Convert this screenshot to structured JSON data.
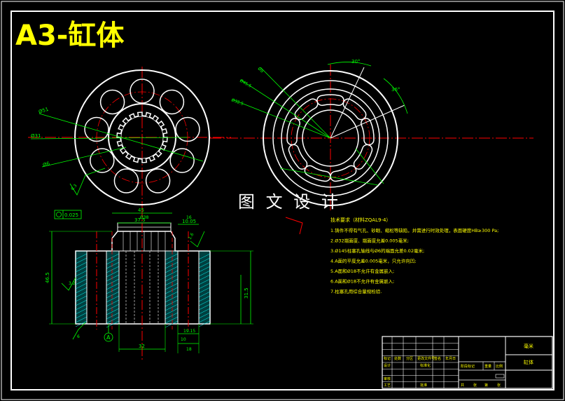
{
  "title": "A3-缸体",
  "watermark": "图 文 设 计",
  "colors": {
    "background": "#000000",
    "frame": "#ffffff",
    "title": "#ffff00",
    "centerline": "#ff0000",
    "dimension": "#00ff00",
    "notes": "#ffff00",
    "hatch": "#00ffff"
  },
  "left_view": {
    "dim_outer": "Ø51",
    "dim_pitch": "Ø31",
    "dim_bore": "Ø6",
    "roughness": "6.3"
  },
  "right_view": {
    "dim_a": "Ø8",
    "dim_b": "Ø45.5",
    "dim_c": "Ø32.5",
    "angle_a": "30°",
    "angle_b": "36°"
  },
  "section": {
    "flatness": "0.025",
    "dim_top_total": "45",
    "dim_top_inner": "37.5",
    "dim_top_small": "Ø38",
    "dim_right_top": "10.05",
    "dim_right_top2": "16",
    "dim_height": "46.5",
    "dim_inner_height": "31.5",
    "dim_bottom": "32",
    "dim_bottom_r1": "19.15",
    "dim_bottom_r2": "10",
    "dim_bottom_r3": "18",
    "roughness_left": "3.2",
    "roughness_bottom": "6",
    "datum": "A",
    "dim_r_small": "1.6"
  },
  "notes": {
    "heading": "技术要求（材料ZQAL9-4）",
    "items": [
      "1.铸件不得有气孔、砂眼、缩松等缺陷，并需进行时效处理，表面硬度HB≥300 Pa;",
      "2.Ø32端面度、端面度允差0.005毫米;",
      "3.Ø145柱塞孔轴线与Ø6的端面允差0.02毫米;",
      "4.A面的平度允差0.005毫米，只允许向凹;",
      "5.A面和Ø18不允许有金属嵌入;",
      "6.A面和Ø18不允许有金属嵌入;",
      "7.柱塞孔用综合量规检验."
    ]
  },
  "title_block": {
    "material": "毫米",
    "part": "缸体",
    "left_cells": [
      "标记",
      "处数",
      "分区",
      "更改文件号",
      "签名",
      "年月日"
    ],
    "left_row2": [
      "设计",
      "",
      "标准化"
    ],
    "left_row3": [
      "审核",
      ""
    ],
    "left_row4": [
      "工艺",
      "",
      "批准"
    ],
    "mid_row": [
      "阶段标记",
      "重量",
      "比例"
    ],
    "mid_row2": [
      "共",
      "张",
      "第",
      "张"
    ]
  }
}
